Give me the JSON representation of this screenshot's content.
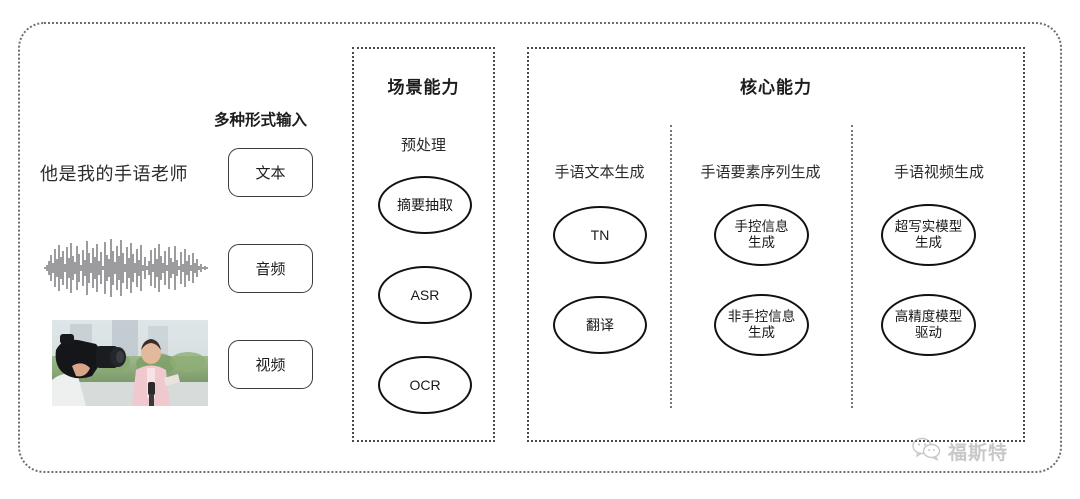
{
  "diagram": {
    "input_section": {
      "caption": "多种形式输入",
      "sample_text": "他是我的手语老师",
      "waveform_label": "audio-waveform",
      "video_label": "video-thumbnail",
      "chips": [
        {
          "label": "文本"
        },
        {
          "label": "音频"
        },
        {
          "label": "视频"
        }
      ]
    },
    "scene_panel": {
      "title": "场景能力",
      "group_label": "预处理",
      "nodes": [
        {
          "label": "摘要抽取",
          "lines": [
            "摘要抽取"
          ]
        },
        {
          "label": "ASR",
          "lines": [
            "ASR"
          ]
        },
        {
          "label": "OCR",
          "lines": [
            "OCR"
          ]
        }
      ]
    },
    "core_panel": {
      "title": "核心能力",
      "columns": [
        {
          "header": "手语文本生成",
          "nodes": [
            {
              "label": "TN",
              "lines": [
                "TN"
              ]
            },
            {
              "label": "翻译",
              "lines": [
                "翻译"
              ]
            }
          ]
        },
        {
          "header": "手语要素序列生成",
          "nodes": [
            {
              "label": "手控信息生成",
              "lines": [
                "手控信息",
                "生成"
              ]
            },
            {
              "label": "非手控信息生成",
              "lines": [
                "非手控信息",
                "生成"
              ]
            }
          ]
        },
        {
          "header": "手语视频生成",
          "nodes": [
            {
              "label": "超写实模型生成",
              "lines": [
                "超写实模型",
                "生成"
              ]
            },
            {
              "label": "高精度模型驱动",
              "lines": [
                "高精度模型",
                "驱动"
              ]
            }
          ]
        }
      ]
    },
    "watermark": {
      "text": "福斯特",
      "icon": "wechat-icon"
    },
    "colors": {
      "frame": "#6f6f72",
      "panel_border": "#4a4a4d",
      "node_border": "#111113",
      "text": "#1d1d1f",
      "watermark": "#8d8d92"
    }
  }
}
